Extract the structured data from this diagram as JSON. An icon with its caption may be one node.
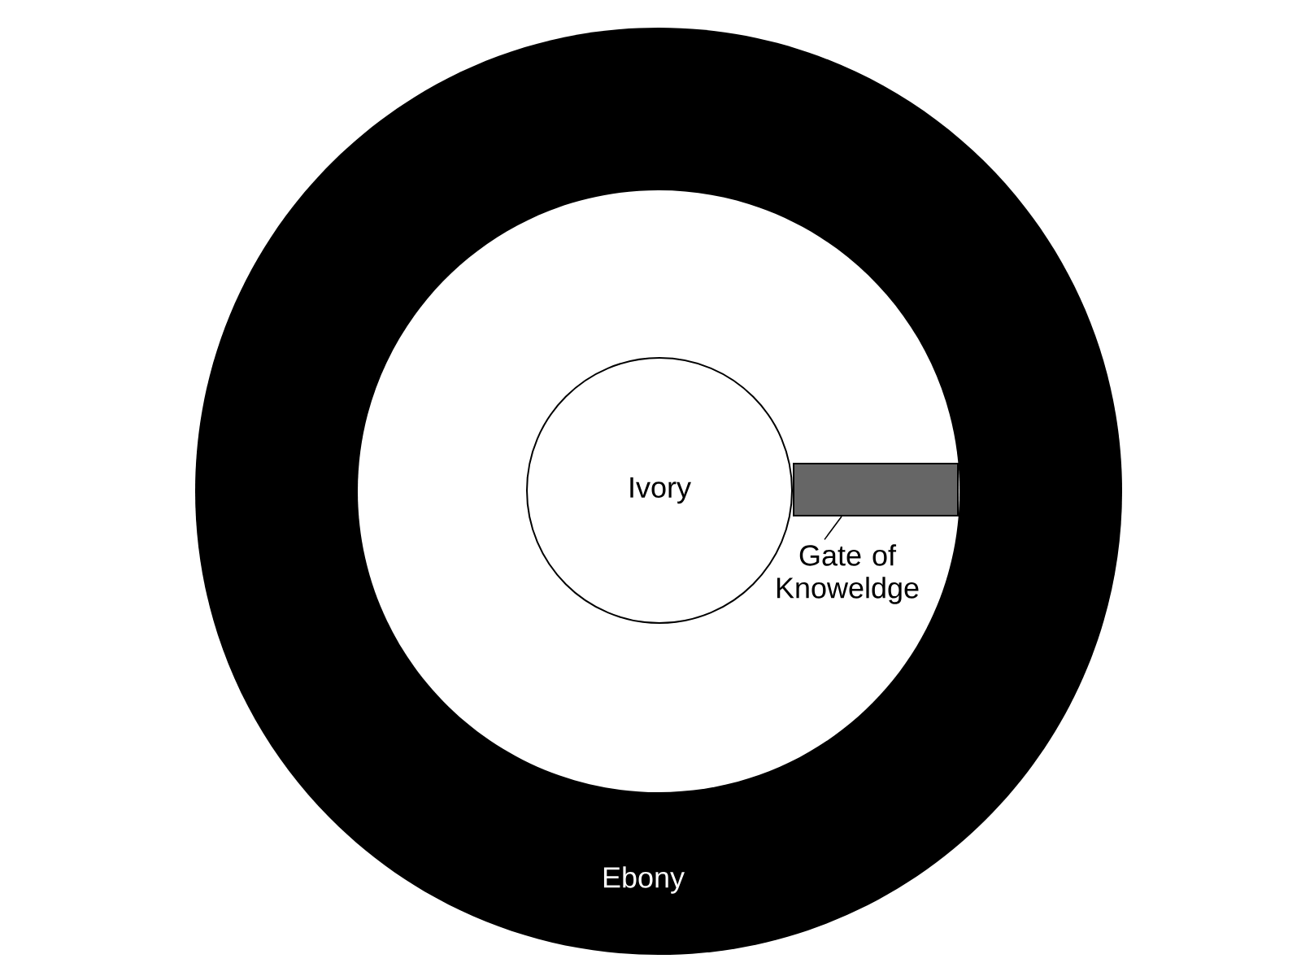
{
  "diagram": {
    "nodes": [
      {
        "text": [
          "Ebony"
        ]
      },
      {
        "text": [
          "Ivory"
        ],
        "in": 0
      },
      {
        "text": [],
        "shape": "box",
        "in": 0
      },
      {
        "text": [
          "Gate of Knoweldge"
        ],
        "in": 0
      }
    ],
    "edges": [
      {
        "from": 3,
        "to": 2,
        "arrow": "none"
      }
    ]
  }
}
